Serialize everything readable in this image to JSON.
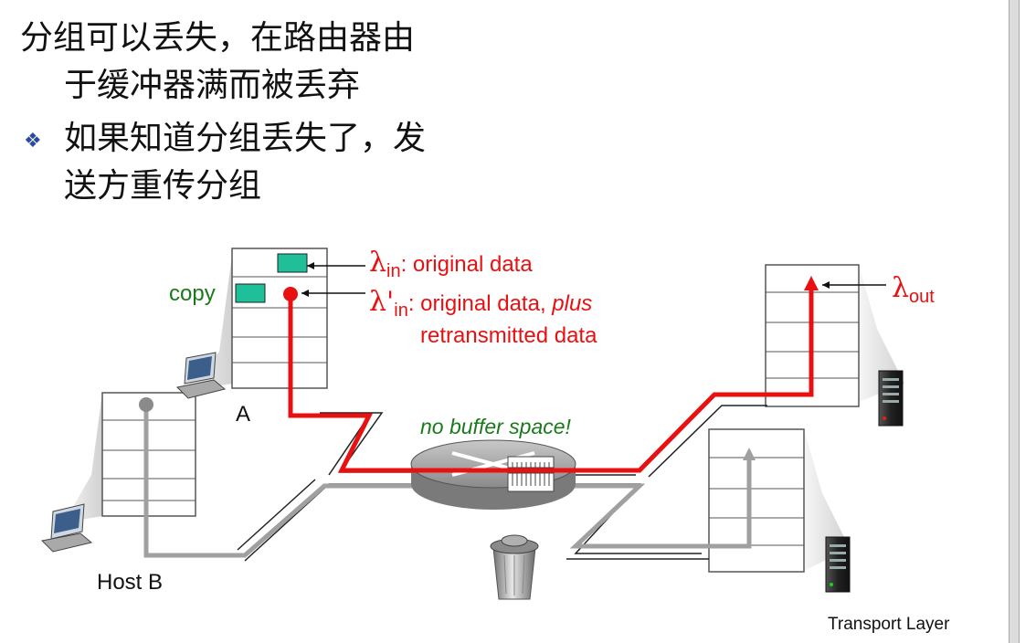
{
  "slide": {
    "line1": "分组可以丢失，在路由器由",
    "line2": "于缓冲器满而被丢弃",
    "bullet2_line1": "如果知道分组丢失了，发",
    "bullet2_line2": "送方重传分组",
    "bullet_icon": "diamond-bullet-icon"
  },
  "diagram": {
    "lambda_in_symbol": "λ",
    "lambda_in_sub": "in",
    "lambda_in_text": ": original data",
    "lambda_in_prime_symbol": "λ'",
    "lambda_in_prime_sub": "in",
    "lambda_in_prime_text": ": original data, ",
    "lambda_in_prime_plus": "plus",
    "lambda_in_prime_text2": "retransmitted data",
    "lambda_out_symbol": "λ",
    "lambda_out_sub": "out",
    "copy_label": "copy",
    "host_a_label": "A",
    "host_b_label": "Host B",
    "no_buffer_label": "no buffer space!",
    "colors": {
      "red": "#e81010",
      "gray": "#a0a0a0",
      "green": "#1a7a1a",
      "packet": "#1fbf9a"
    }
  },
  "footer": {
    "transport_layer": "Transport Layer"
  }
}
